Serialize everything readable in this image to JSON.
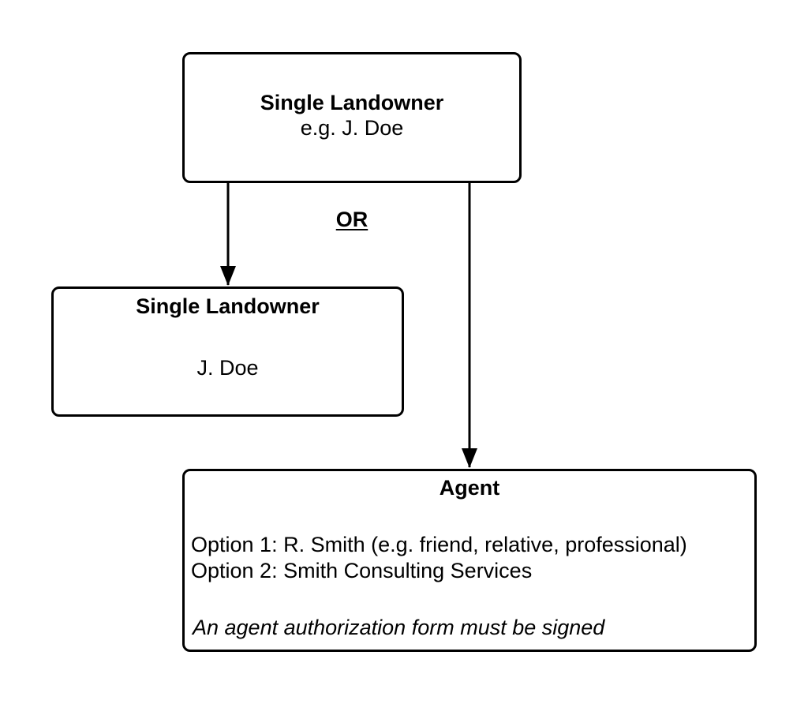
{
  "diagram": {
    "top_node": {
      "title": "Single Landowner",
      "subtitle": "e.g. J. Doe"
    },
    "or_label": "OR",
    "left_node": {
      "title": "Single Landowner",
      "body": "J. Doe"
    },
    "agent_node": {
      "title": "Agent",
      "option_1": "Option 1: R. Smith (e.g. friend, relative, professional)",
      "option_2": "Option 2: Smith Consulting Services",
      "note": "An agent authorization form must be signed"
    },
    "colors": {
      "stroke": "#000000",
      "background": "#ffffff"
    }
  }
}
